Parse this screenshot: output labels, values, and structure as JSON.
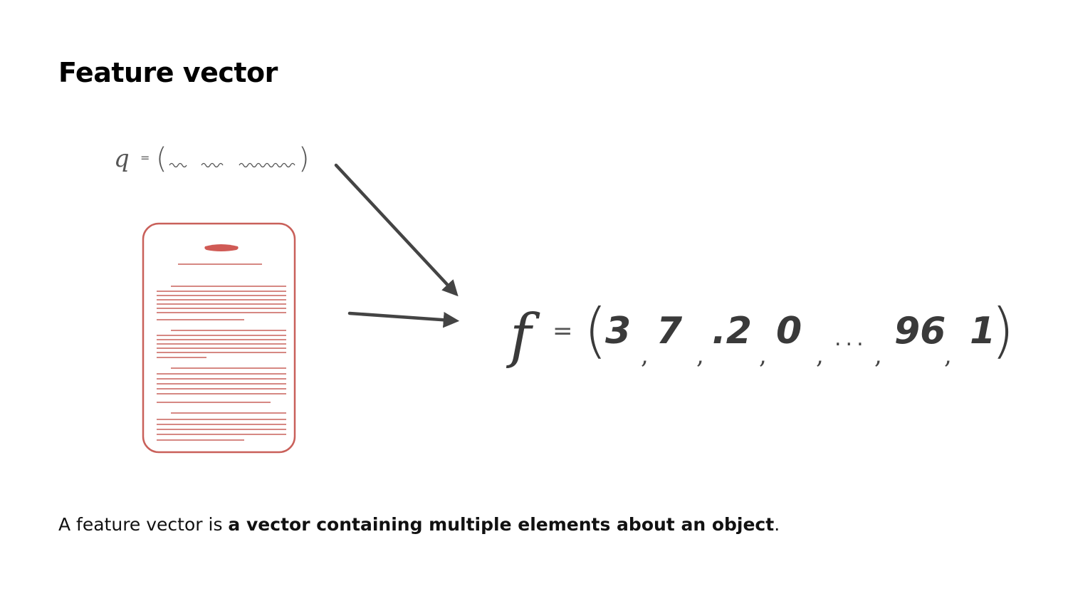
{
  "title": "Feature vector",
  "query": {
    "symbol": "q",
    "equals": "=",
    "open": "(",
    "close": ")"
  },
  "feature": {
    "symbol": "f",
    "equals": "=",
    "open": "(",
    "close": ")",
    "elements": [
      "3",
      "7",
      ".2",
      "0",
      "...",
      "96",
      "1"
    ],
    "separator": ","
  },
  "caption": {
    "prefix": "A feature vector is ",
    "emphasis": "a vector containing multiple elements about an object",
    "suffix": "."
  },
  "colors": {
    "document": "#c9605a",
    "document_header": "#d05a55",
    "arrow": "#444444",
    "ink": "#3a3a3a"
  },
  "icons": {
    "document": "document-icon",
    "arrow": "arrow-right-icon"
  }
}
